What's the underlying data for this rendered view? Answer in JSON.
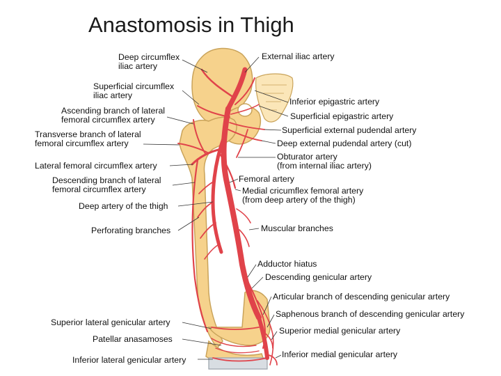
{
  "slide": {
    "title": "Anastomosis in Thigh"
  },
  "labels_left": [
    "Deep circumflex\niliac artery",
    "Superficial circumflex\niliac artery",
    "Ascending branch of lateral\nfemoral circumflex artery",
    "Transverse branch of lateral\nfemoral circumflex artery",
    "Lateral femoral circumflex artery",
    "Descending branch of lateral\nfemoral circumflex artery",
    "Deep artery of the thigh",
    "Perforating branches",
    "Superior lateral genicular artery",
    "Patellar anasamoses",
    "Inferior lateral genicular artery"
  ],
  "labels_right": [
    "External iliac artery",
    "Inferior epigastric artery",
    "Superficial epigastric artery",
    "Superficial external pudendal artery",
    "Deep external pudendal artery (cut)",
    "Obturator artery\n(from internal iliac artery)",
    "Femoral artery",
    "Medial cricumflex femoral artery\n(from deep artery of the thigh)",
    "Muscular branches",
    "Adductor hiatus",
    "Descending genicular artery",
    "Articular branch of descending genicular artery",
    "Saphenous branch of descending genicular artery",
    "Superior medial genicular artery",
    "Inferior medial genicular artery"
  ],
  "colors": {
    "bone": "#f6d28c",
    "bone_edge": "#c9a35a",
    "artery": "#e0434a",
    "artery_edge": "#b3262c",
    "cartilage": "#d8dde2",
    "leader": "#333333"
  }
}
